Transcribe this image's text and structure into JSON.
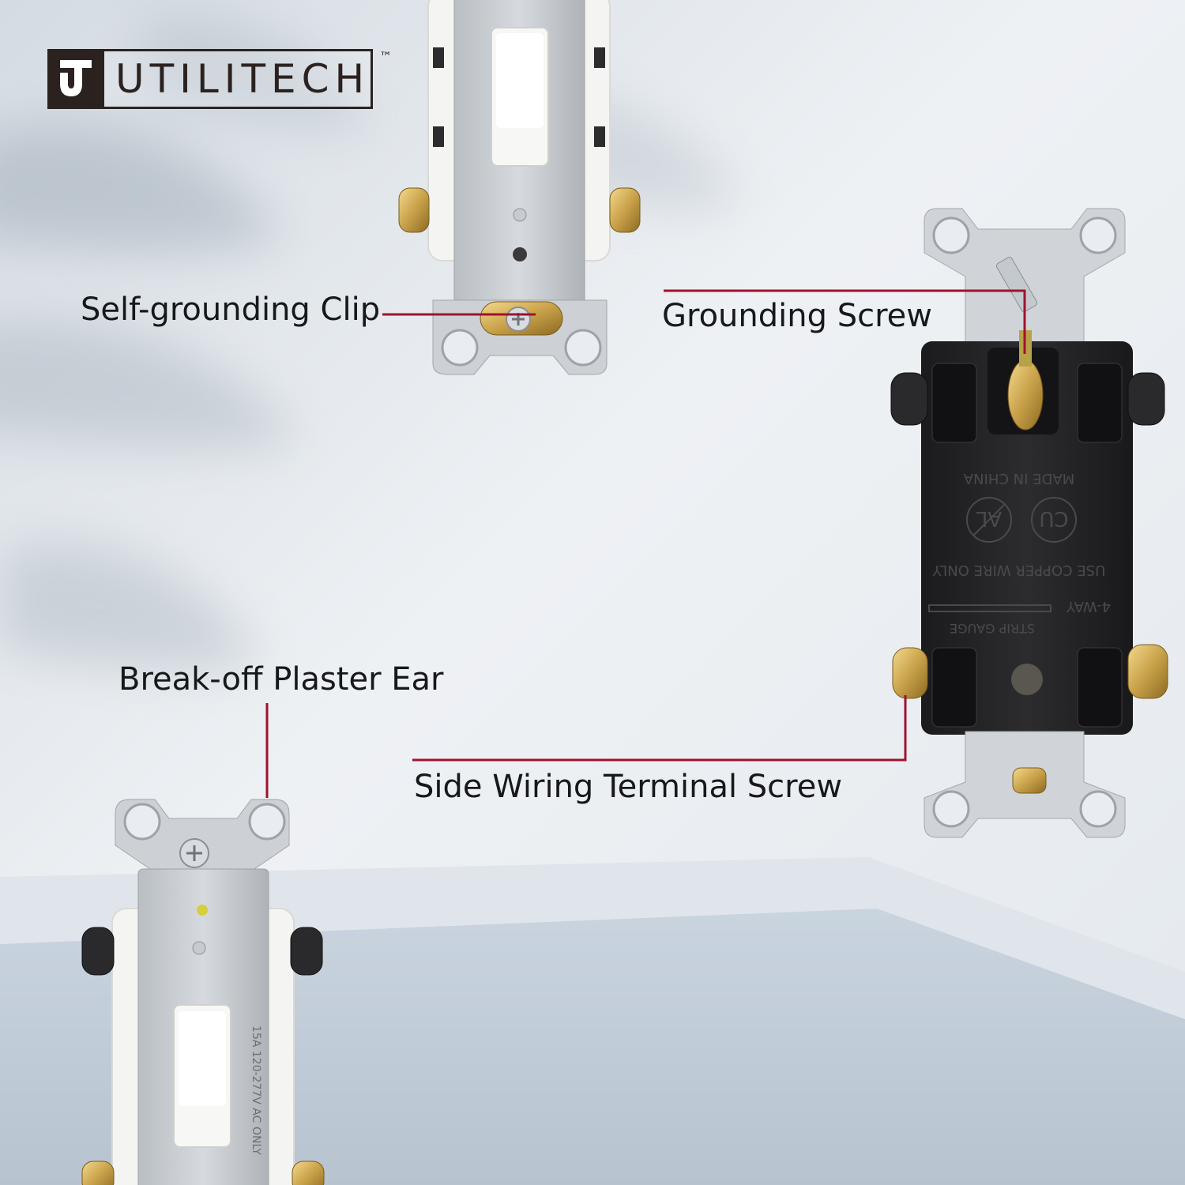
{
  "brand": {
    "name": "UTILITECH",
    "trademark": "™"
  },
  "callouts": {
    "self_grounding_clip": "Self-grounding Clip",
    "grounding_screw": "Grounding Screw",
    "break_off_plaster_ear": "Break-off Plaster Ear",
    "side_wiring_terminal_screw": "Side Wiring Terminal Screw"
  },
  "switch_markings": {
    "rating": "15A 120-277V AC ONLY",
    "origin": "MADE IN CHINA",
    "wire": "USE COPPER WIRE ONLY",
    "type": "4-WAY",
    "strip_gauge": "STRIP GAUGE",
    "cert_mark": "CU",
    "al_mark": "AL"
  },
  "colors": {
    "leader_line": "#a0122e",
    "logo": "#2b2220"
  }
}
